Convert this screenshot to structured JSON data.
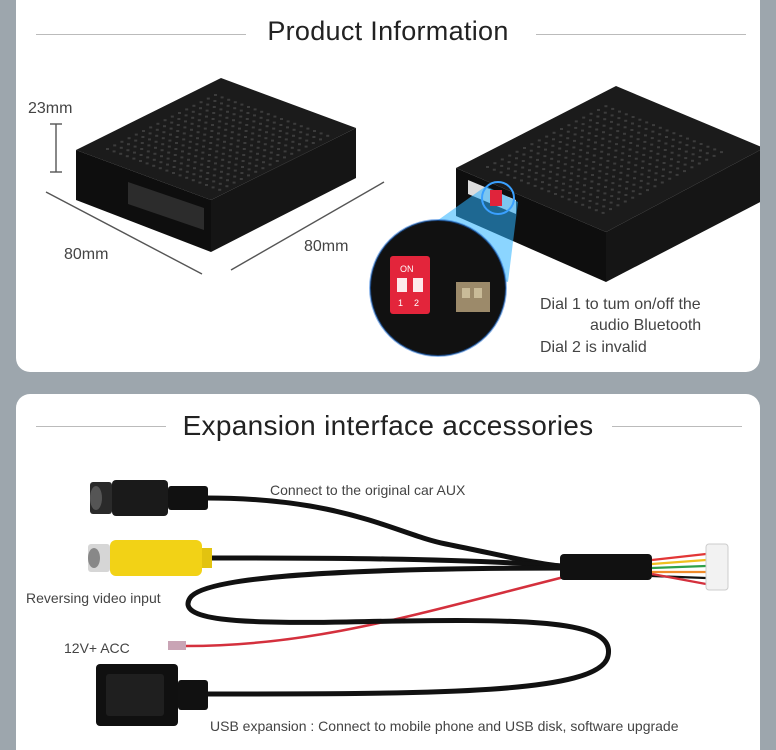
{
  "product": {
    "title": "Product Information",
    "height_label": "23mm",
    "width_label": "80mm",
    "depth_label": "80mm",
    "dip_label_on": "ON",
    "dip_label_1": "1",
    "dip_label_2": "2",
    "note_dial1_line1": "Dial 1 to tum on/off the",
    "note_dial1_line2": "audio Bluetooth",
    "note_dial2": "Dial 2 is invalid"
  },
  "accessories": {
    "title": "Expansion interface accessories",
    "aux_label": "Connect to the original car AUX",
    "video_label": "Reversing video input",
    "acc_label": "12V+ ACC",
    "usb_label": "USB expansion : Connect to mobile phone and USB disk, software upgrade"
  }
}
